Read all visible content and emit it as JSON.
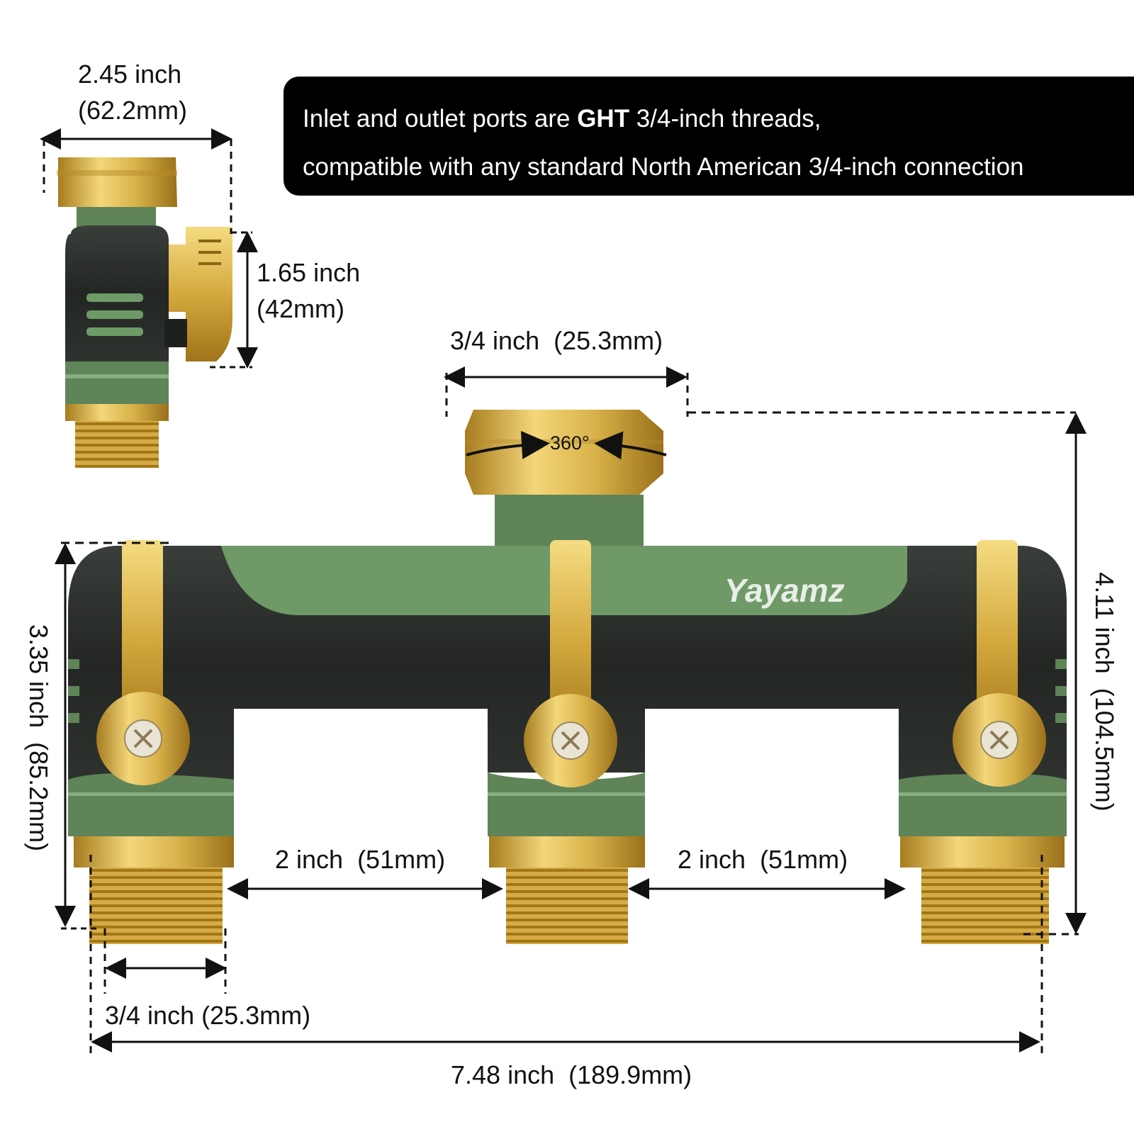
{
  "banner": {
    "line1_before": "Inlet and outlet ports are ",
    "line1_bold": "GHT",
    "line1_after": " 3/4-inch threads,",
    "line2": "compatible with any standard North American 3/4-inch connection"
  },
  "product": {
    "brand": "Yayamz",
    "rotation_label": "360°"
  },
  "dimensions": {
    "side_width_inch": "2.45 inch",
    "side_width_mm": "(62.2mm)",
    "side_height_inch": "1.65 inch",
    "side_height_mm": "(42mm)",
    "inlet_width": "3/4 inch  (25.3mm)",
    "body_height": "3.35 inch  (85.2mm)",
    "total_height": "4.11 inch  (104.5mm)",
    "spacing_left": "2 inch  (51mm)",
    "spacing_right": "2 inch  (51mm)",
    "outlet_width": "3/4 inch (25.3mm)",
    "total_width": "7.48 inch  (189.9mm)"
  },
  "colors": {
    "brass": "#d9b24a",
    "brass_dark": "#a67c1f",
    "green": "#5e8458",
    "green_light": "#7fa37a",
    "body": "#2a2d2a"
  }
}
